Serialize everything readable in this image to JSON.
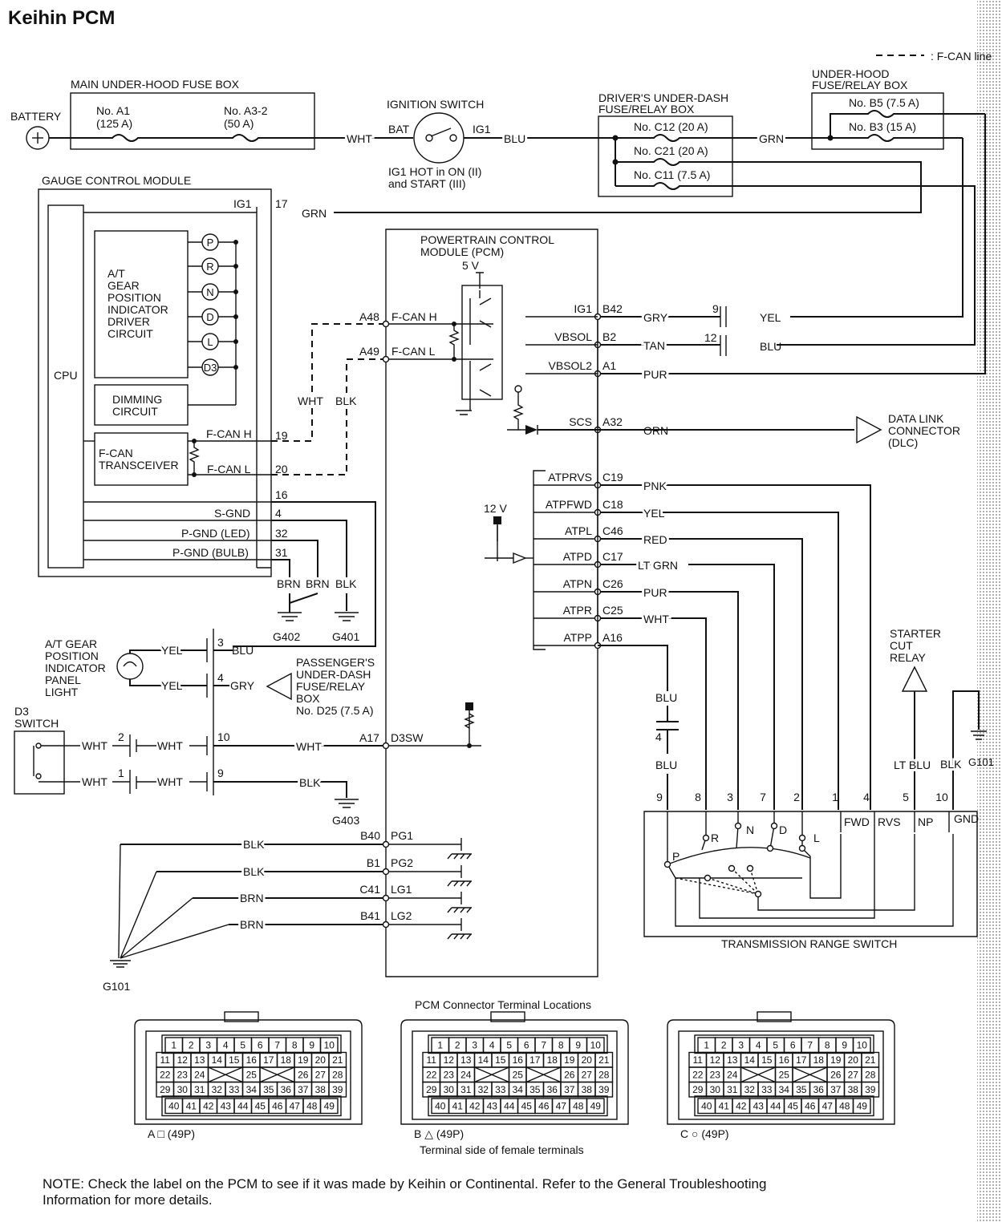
{
  "title": "Keihin PCM",
  "legend": {
    "fcan_line": ": F-CAN line"
  },
  "battery": {
    "label": "BATTERY"
  },
  "main_fuse_box": {
    "title": "MAIN UNDER-HOOD FUSE BOX",
    "fuse1": "No. A1",
    "fuse1_rating": "(125 A)",
    "fuse2": "No. A3-2",
    "fuse2_rating": "(50 A)"
  },
  "ignition_switch": {
    "title": "IGNITION SWITCH",
    "bat": "BAT",
    "ig1": "IG1",
    "note1": "IG1 HOT in ON (II)",
    "note2": "and START (III)"
  },
  "drivers_box": {
    "title1": "DRIVER'S UNDER-DASH",
    "title2": "FUSE/RELAY BOX",
    "f1": "No. C12 (20 A)",
    "f2": "No. C21 (20 A)",
    "f3": "No. C11 (7.5 A)"
  },
  "underhood_box": {
    "title1": "UNDER-HOOD",
    "title2": "FUSE/RELAY BOX",
    "f1": "No. B5 (7.5 A)",
    "f2": "No. B3 (15 A)"
  },
  "gcm": {
    "title": "GAUGE CONTROL MODULE",
    "ig1": "IG1",
    "cpu": "CPU",
    "driver1": "A/T",
    "driver2": "GEAR",
    "driver3": "POSITION",
    "driver4": "INDICATOR",
    "driver5": "DRIVER",
    "driver6": "CIRCUIT",
    "dim1": "DIMMING",
    "dim2": "CIRCUIT",
    "fcan1": "F-CAN",
    "fcan2": "TRANSCEIVER",
    "fcanh": "F-CAN H",
    "fcanl": "F-CAN L",
    "sgnd": "S-GND",
    "pgnd_led": "P-GND (LED)",
    "pgnd_bulb": "P-GND (BULB)",
    "gears": [
      "P",
      "R",
      "N",
      "D",
      "L",
      "D3"
    ]
  },
  "pins": {
    "p17": "17",
    "p19": "19",
    "p20": "20",
    "p16": "16",
    "p4": "4",
    "p32": "32",
    "p31": "31"
  },
  "pcm": {
    "title1": "POWERTRAIN CONTROL",
    "title2": "MODULE (PCM)",
    "v5": "5 V",
    "v12": "12 V",
    "fcanh": "F-CAN H",
    "fcanl": "F-CAN L",
    "a48": "A48",
    "a49": "A49",
    "rows": [
      {
        "sig": "IG1",
        "pin": "B42",
        "color": "GRY"
      },
      {
        "sig": "VBSOL",
        "pin": "B2",
        "color": "TAN"
      },
      {
        "sig": "VBSOL2",
        "pin": "A1",
        "color": "PUR"
      },
      {
        "sig": "SCS",
        "pin": "A32",
        "color": "ORN"
      },
      {
        "sig": "ATPRVS",
        "pin": "C19",
        "color": "PNK"
      },
      {
        "sig": "ATPFWD",
        "pin": "C18",
        "color": "YEL"
      },
      {
        "sig": "ATPL",
        "pin": "C46",
        "color": "RED"
      },
      {
        "sig": "ATPD",
        "pin": "C17",
        "color": "LT GRN"
      },
      {
        "sig": "ATPN",
        "pin": "C26",
        "color": "PUR"
      },
      {
        "sig": "ATPR",
        "pin": "C25",
        "color": "WHT"
      },
      {
        "sig": "ATPP",
        "pin": "A16",
        "color": ""
      }
    ],
    "d3sw": "D3SW",
    "a17": "A17",
    "grounds": [
      {
        "pin": "B40",
        "sig": "PG1",
        "color": "BLK"
      },
      {
        "pin": "B1",
        "sig": "PG2",
        "color": "BLK"
      },
      {
        "pin": "C41",
        "sig": "LG1",
        "color": "BRN"
      },
      {
        "pin": "B41",
        "sig": "LG2",
        "color": "BRN"
      }
    ]
  },
  "wires": {
    "wht": "WHT",
    "blu": "BLU",
    "grn": "GRN",
    "yel": "YEL",
    "blk": "BLK",
    "brn": "BRN",
    "gry": "GRY",
    "lt_blu": "LT BLU"
  },
  "connector_pins": {
    "c9": "9",
    "c12": "12",
    "c3": "3",
    "c4": "4",
    "c10": "10",
    "c2": "2",
    "c1": "1"
  },
  "dlc": {
    "l1": "DATA LINK",
    "l2": "CONNECTOR",
    "l3": "(DLC)"
  },
  "starter": {
    "l1": "STARTER",
    "l2": "CUT",
    "l3": "RELAY"
  },
  "panel_light": {
    "l1": "A/T GEAR",
    "l2": "POSITION",
    "l3": "INDICATOR",
    "l4": "PANEL",
    "l5": "LIGHT"
  },
  "passenger_box": {
    "l1": "PASSENGER'S",
    "l2": "UNDER-DASH",
    "l3": "FUSE/RELAY",
    "l4": "BOX",
    "l5": "No. D25 (7.5 A)"
  },
  "d3_switch": {
    "l1": "D3",
    "l2": "SWITCH"
  },
  "ground_labels": {
    "g402": "G402",
    "g401": "G401",
    "g403": "G403",
    "g101": "G101"
  },
  "trs": {
    "title": "TRANSMISSION RANGE SWITCH",
    "pin_numbers": [
      "9",
      "8",
      "3",
      "7",
      "2",
      "1",
      "4",
      "5",
      "10"
    ],
    "positions": [
      "P",
      "R",
      "N",
      "D",
      "L"
    ],
    "cols": [
      "FWD",
      "RVS",
      "NP",
      "GND"
    ]
  },
  "connectors": {
    "title": "PCM Connector Terminal Locations",
    "a": "A □ (49P)",
    "b": "B △ (49P)",
    "c": "C ○ (49P)",
    "caption": "Terminal side of female terminals",
    "row1": [
      "1",
      "2",
      "3",
      "4",
      "5",
      "6",
      "7",
      "8",
      "9",
      "10"
    ],
    "row2": [
      "11",
      "12",
      "13",
      "14",
      "15",
      "16",
      "17",
      "18",
      "19",
      "20",
      "21"
    ],
    "row3": [
      "22",
      "23",
      "24",
      "25",
      "26",
      "27",
      "28"
    ],
    "row4": [
      "29",
      "30",
      "31",
      "32",
      "33",
      "34",
      "35",
      "36",
      "37",
      "38",
      "39"
    ],
    "row5": [
      "40",
      "41",
      "42",
      "43",
      "44",
      "45",
      "46",
      "47",
      "48",
      "49"
    ]
  },
  "note": {
    "l1": "NOTE: Check the label on the PCM to see if it was made by Keihin or Continental. Refer to the General Troubleshooting",
    "l2": "Information for more details."
  }
}
